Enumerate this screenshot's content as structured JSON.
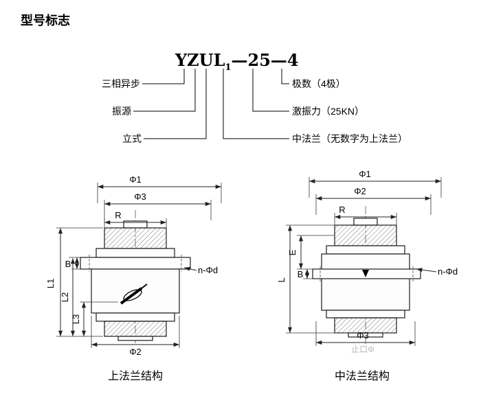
{
  "title": "型号标志",
  "model": {
    "prefix": "YZUL",
    "subscript": "1",
    "suffix": "—25—4"
  },
  "callouts": {
    "three_phase": "三相异步",
    "source": "振源",
    "vertical": "立式",
    "poles": "极数（4极）",
    "force": "激振力（25KN）",
    "flange": "中法兰（无数字为上法兰）"
  },
  "left": {
    "caption": "上法兰结构",
    "phi1": "Φ1",
    "phi3": "Φ3",
    "r": "R",
    "b": "B",
    "l1": "L1",
    "l2": "L2",
    "l3": "L3",
    "phi2": "Φ2",
    "nphid": "n-Φd"
  },
  "right": {
    "caption": "中法兰结构",
    "phi1": "Φ1",
    "phi2": "Φ2",
    "r": "R",
    "e": "E",
    "l": "L",
    "b": "B",
    "phi3": "Φ3",
    "nphid": "n-Φd",
    "watermark": "止口Φ"
  }
}
